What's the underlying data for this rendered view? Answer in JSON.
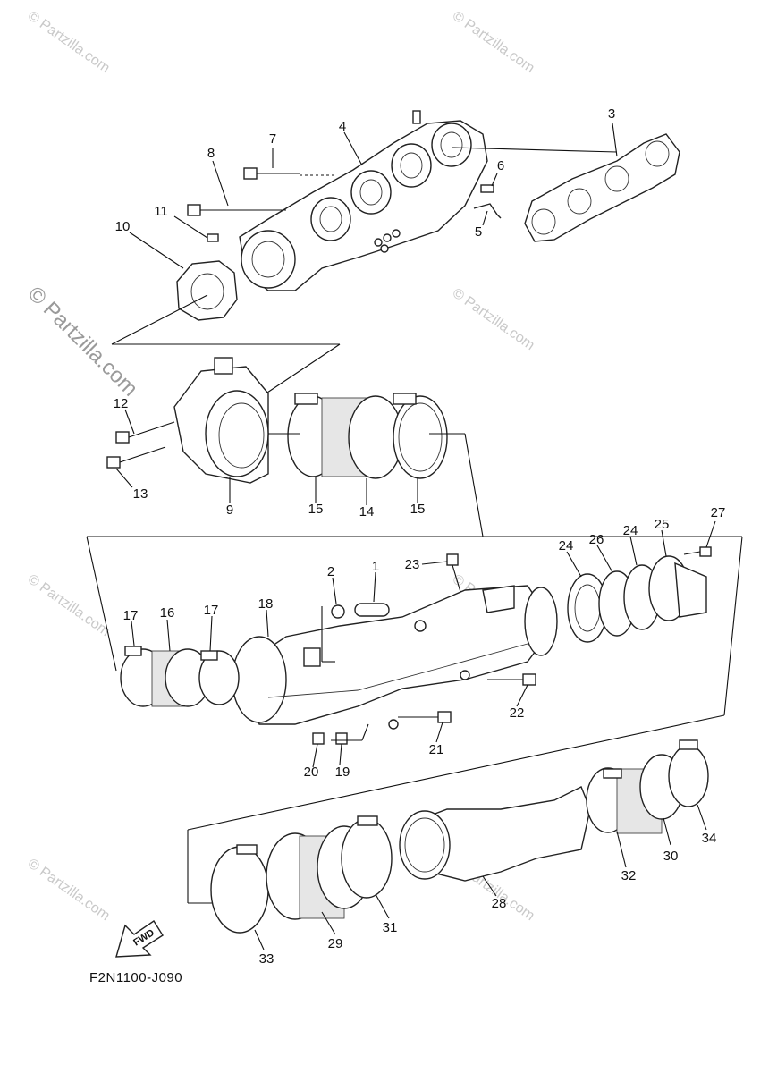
{
  "watermark": {
    "text": "© Partzilla.com",
    "main_text": "© Partzilla.com"
  },
  "diagram_code": "F2N1100-J090",
  "fwd_label": "FWD",
  "callouts": [
    {
      "id": "c1",
      "label": "1"
    },
    {
      "id": "c2",
      "label": "2"
    },
    {
      "id": "c3",
      "label": "3"
    },
    {
      "id": "c4",
      "label": "4"
    },
    {
      "id": "c5",
      "label": "5"
    },
    {
      "id": "c6",
      "label": "6"
    },
    {
      "id": "c7",
      "label": "7"
    },
    {
      "id": "c8",
      "label": "8"
    },
    {
      "id": "c9",
      "label": "9"
    },
    {
      "id": "c10",
      "label": "10"
    },
    {
      "id": "c11",
      "label": "11"
    },
    {
      "id": "c12",
      "label": "12"
    },
    {
      "id": "c13",
      "label": "13"
    },
    {
      "id": "c14",
      "label": "14"
    },
    {
      "id": "c15a",
      "label": "15"
    },
    {
      "id": "c15b",
      "label": "15"
    },
    {
      "id": "c16",
      "label": "16"
    },
    {
      "id": "c17a",
      "label": "17"
    },
    {
      "id": "c17b",
      "label": "17"
    },
    {
      "id": "c18",
      "label": "18"
    },
    {
      "id": "c19",
      "label": "19"
    },
    {
      "id": "c20",
      "label": "20"
    },
    {
      "id": "c21",
      "label": "21"
    },
    {
      "id": "c22",
      "label": "22"
    },
    {
      "id": "c23",
      "label": "23"
    },
    {
      "id": "c24a",
      "label": "24"
    },
    {
      "id": "c24b",
      "label": "24"
    },
    {
      "id": "c25",
      "label": "25"
    },
    {
      "id": "c26",
      "label": "26"
    },
    {
      "id": "c27",
      "label": "27"
    },
    {
      "id": "c28",
      "label": "28"
    },
    {
      "id": "c29",
      "label": "29"
    },
    {
      "id": "c30",
      "label": "30"
    },
    {
      "id": "c31",
      "label": "31"
    },
    {
      "id": "c32",
      "label": "32"
    },
    {
      "id": "c33",
      "label": "33"
    },
    {
      "id": "c34",
      "label": "34"
    }
  ]
}
